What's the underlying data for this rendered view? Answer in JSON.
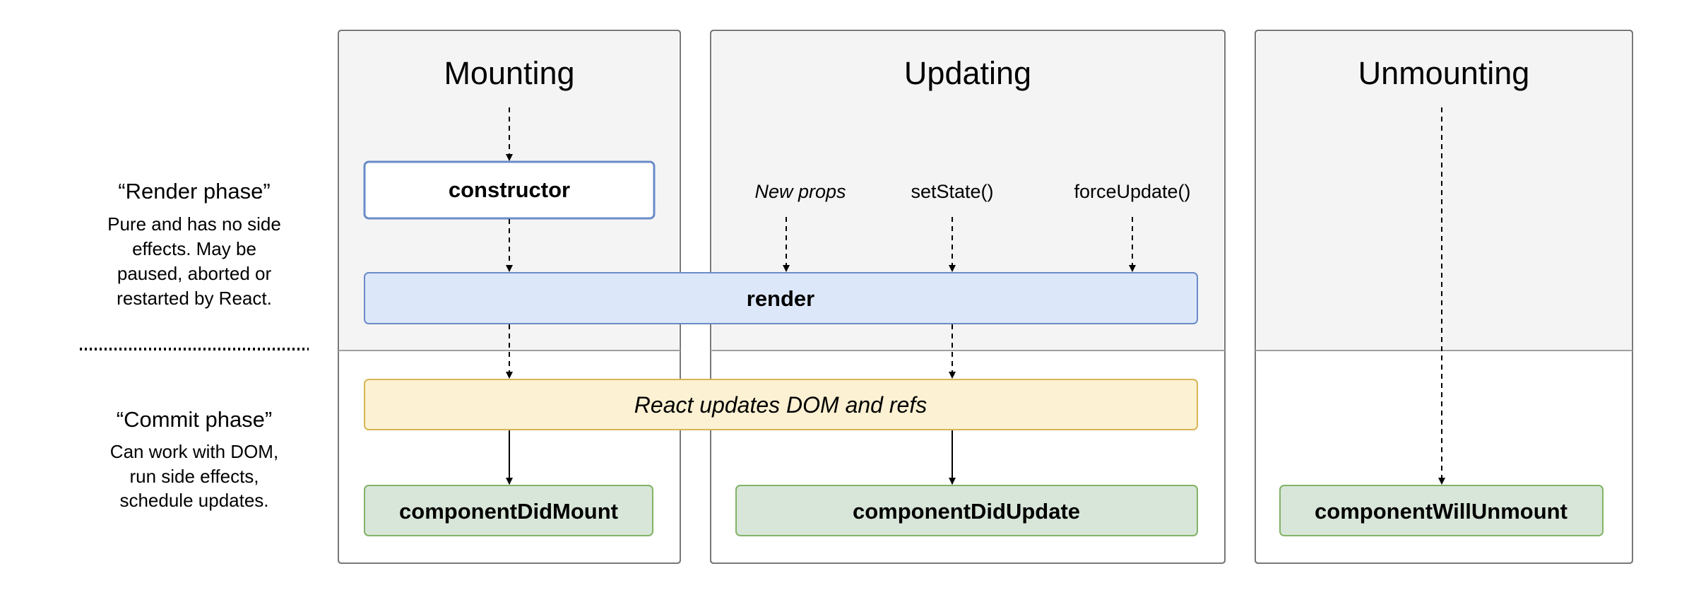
{
  "phases": {
    "mounting": "Mounting",
    "updating": "Updating",
    "unmounting": "Unmounting"
  },
  "render_phase": {
    "title": "“Render phase”",
    "description": [
      "Pure and has no side",
      "effects. May be",
      "paused, aborted or",
      "restarted by React."
    ]
  },
  "commit_phase": {
    "title": "“Commit phase”",
    "description": [
      "Can work with DOM,",
      "run side effects,",
      "schedule updates."
    ]
  },
  "nodes": {
    "constructor": "constructor",
    "render": "render",
    "dom_update": "React updates DOM and refs",
    "did_mount": "componentDidMount",
    "did_update": "componentDidUpdate",
    "will_unmount": "componentWillUnmount"
  },
  "triggers": {
    "new_props": "New props",
    "set_state": "setState()",
    "force_update": "forceUpdate()"
  },
  "colors": {
    "column_fill_top": "#f4f4f4",
    "column_border": "#787878",
    "constructor_border": "#6b8bc7",
    "render_fill": "#dce8f9",
    "render_border": "#6b8bc7",
    "dom_fill": "#fcf1d2",
    "dom_border": "#d6b656",
    "lifecycle_fill": "#d8e6d9",
    "lifecycle_border": "#82b366"
  }
}
